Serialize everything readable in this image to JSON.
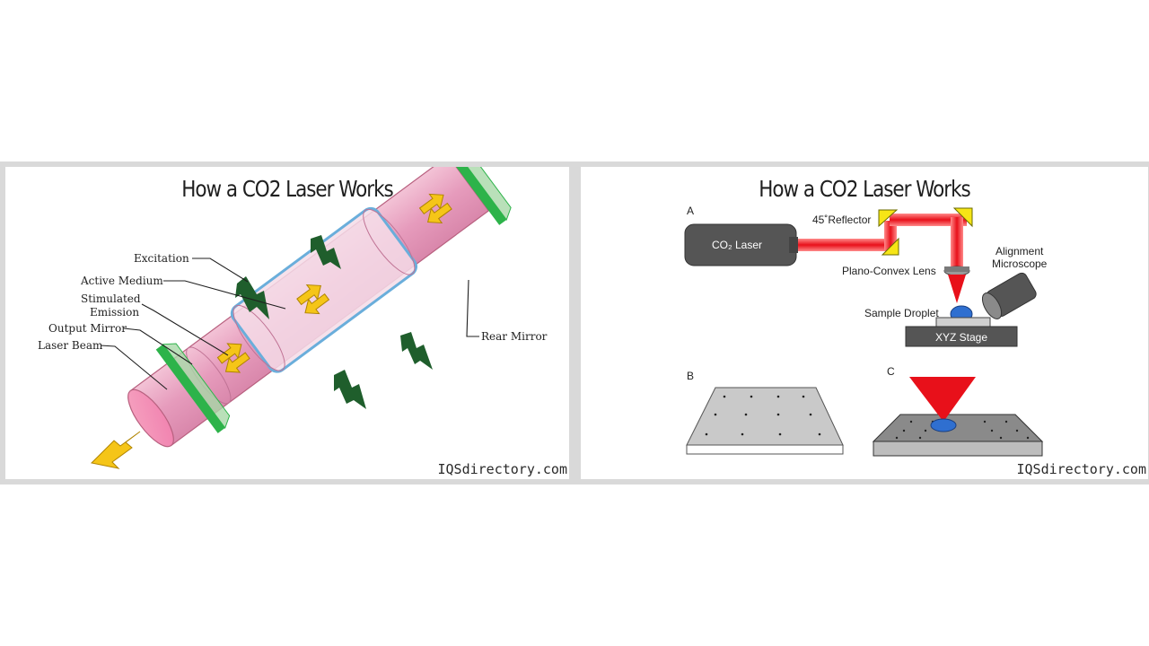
{
  "left_panel": {
    "title": "How a CO2 Laser Works",
    "labels": {
      "excitation": "Excitation",
      "active_medium": "Active Medium",
      "stimulated_line1": "Stimulated",
      "stimulated_line2": "Emission",
      "output_mirror": "Output Mirror",
      "laser_beam": "Laser Beam",
      "rear_mirror": "Rear Mirror"
    },
    "watermark": "IQSdirectory.com"
  },
  "right_panel": {
    "title": "How a CO2 Laser Works",
    "section_labels": {
      "a": "A",
      "b": "B",
      "c": "C"
    },
    "labels": {
      "co2_laser": "CO₂ Laser",
      "reflector": "45˚Reflector",
      "plano_convex_lens": "Plano-Convex Lens",
      "alignment_line1": "Alignment",
      "alignment_line2": "Microscope",
      "sample_droplet": "Sample Droplet",
      "xyz_stage": "XYZ Stage"
    },
    "watermark": "IQSdirectory.com"
  },
  "colors": {
    "background_band": "#d9d9d9",
    "laser_red": "#e8101a",
    "mirror_green": "#2db34a",
    "arrow_yellow": "#f5c518",
    "tube_pink": "#e9a8c4",
    "tube_blue": "#7fb8e0",
    "excitation_green": "#1f5e2c",
    "laser_body_gray": "#555555",
    "droplet_blue": "#2f6fd0"
  }
}
